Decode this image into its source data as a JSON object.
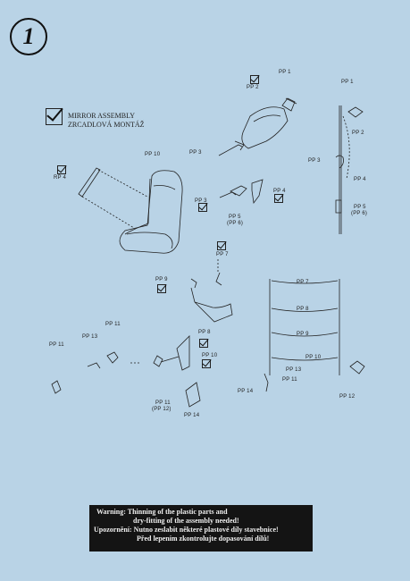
{
  "step": {
    "number": "1"
  },
  "title": {
    "line1": "MIRROR ASSEMBLY",
    "line2": "ZRCADLOVÁ MONTÁŽ"
  },
  "labels": {
    "pp1_top": "PP 1",
    "pp2_top": "PP 2",
    "pp3_mid": "PP 3",
    "pp10": "PP 10",
    "rp4": "RP 4",
    "pp3_low": "PP 3",
    "pp4": "PP 4",
    "pp5_pp6": "PP 5",
    "pp6_paren": "(PP 6)",
    "pp7": "PP 7",
    "pp9": "PP 9",
    "pp8": "PP 8",
    "pp10_low": "PP 10",
    "pp11_left": "PP 11",
    "pp13_left": "PP 13",
    "pp11_mid": "PP 11",
    "pp11_pp12": "PP 11",
    "pp12_paren": "(PP 12)",
    "pp14": "PP 14",
    "r_pp1": "PP 1",
    "r_pp2": "PP 2",
    "r_pp3": "PP 3",
    "r_pp4": "PP 4",
    "r_pp5": "PP 5",
    "r_pp6": "(PP 6)",
    "r_pp7": "PP 7",
    "r_pp8": "PP 8",
    "r_pp9": "PP 9",
    "r_pp10": "PP 10",
    "r_pp13": "PP 13",
    "r_pp11": "PP 11",
    "r_pp14": "PP 14",
    "r_pp12": "PP 12"
  },
  "warning": {
    "line1": "Warning: Thinning of the plastic parts and",
    "line2": "dry-fitting of the assembly needed!",
    "line3": "Upozornění: Nutno zeslabit některé plastové díly stavebnice!",
    "line4": "Před lepením zkontrolujte dopasování dílů!"
  }
}
